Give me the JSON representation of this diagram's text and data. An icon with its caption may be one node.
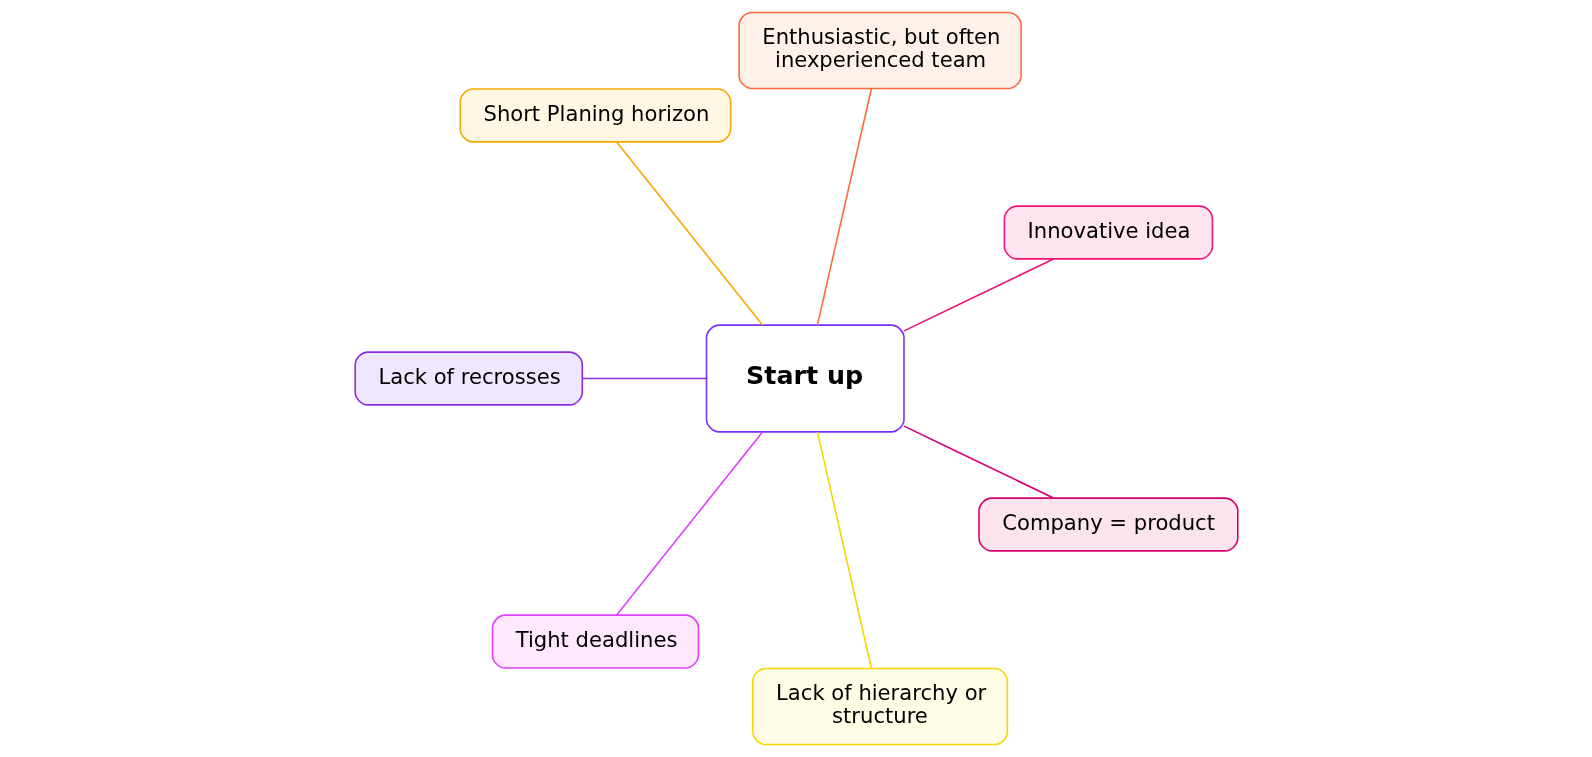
{
  "diagram": {
    "nodes": [
      {
        "text": [
          "Start up"
        ]
      },
      {
        "text": [
          "Innovative idea"
        ]
      },
      {
        "text": [
          "Enthusiastic, but often inexperienced team"
        ]
      },
      {
        "text": [
          "Short Planing horizon"
        ]
      },
      {
        "text": [
          "Lack of recrosses"
        ]
      },
      {
        "text": [
          "Tight deadlines"
        ]
      },
      {
        "text": [
          "Lack of hierarchy or structure"
        ]
      },
      {
        "text": [
          "Company = product"
        ]
      }
    ],
    "edges": [
      {
        "from": 0,
        "to": 1,
        "arrow": "none",
        "color": "#f0137a"
      },
      {
        "from": 0,
        "to": 2,
        "arrow": "none",
        "color": "#ff6a3d"
      },
      {
        "from": 0,
        "to": 3,
        "arrow": "none",
        "color": "#f5a800"
      },
      {
        "from": 0,
        "to": 4,
        "arrow": "none",
        "color": "#8a2be2"
      },
      {
        "from": 0,
        "to": 5,
        "arrow": "none",
        "color": "#e040fb"
      },
      {
        "from": 0,
        "to": 6,
        "arrow": "none",
        "color": "#f5d800"
      },
      {
        "from": 0,
        "to": 7,
        "arrow": "none",
        "color": "#d6006e"
      }
    ]
  }
}
